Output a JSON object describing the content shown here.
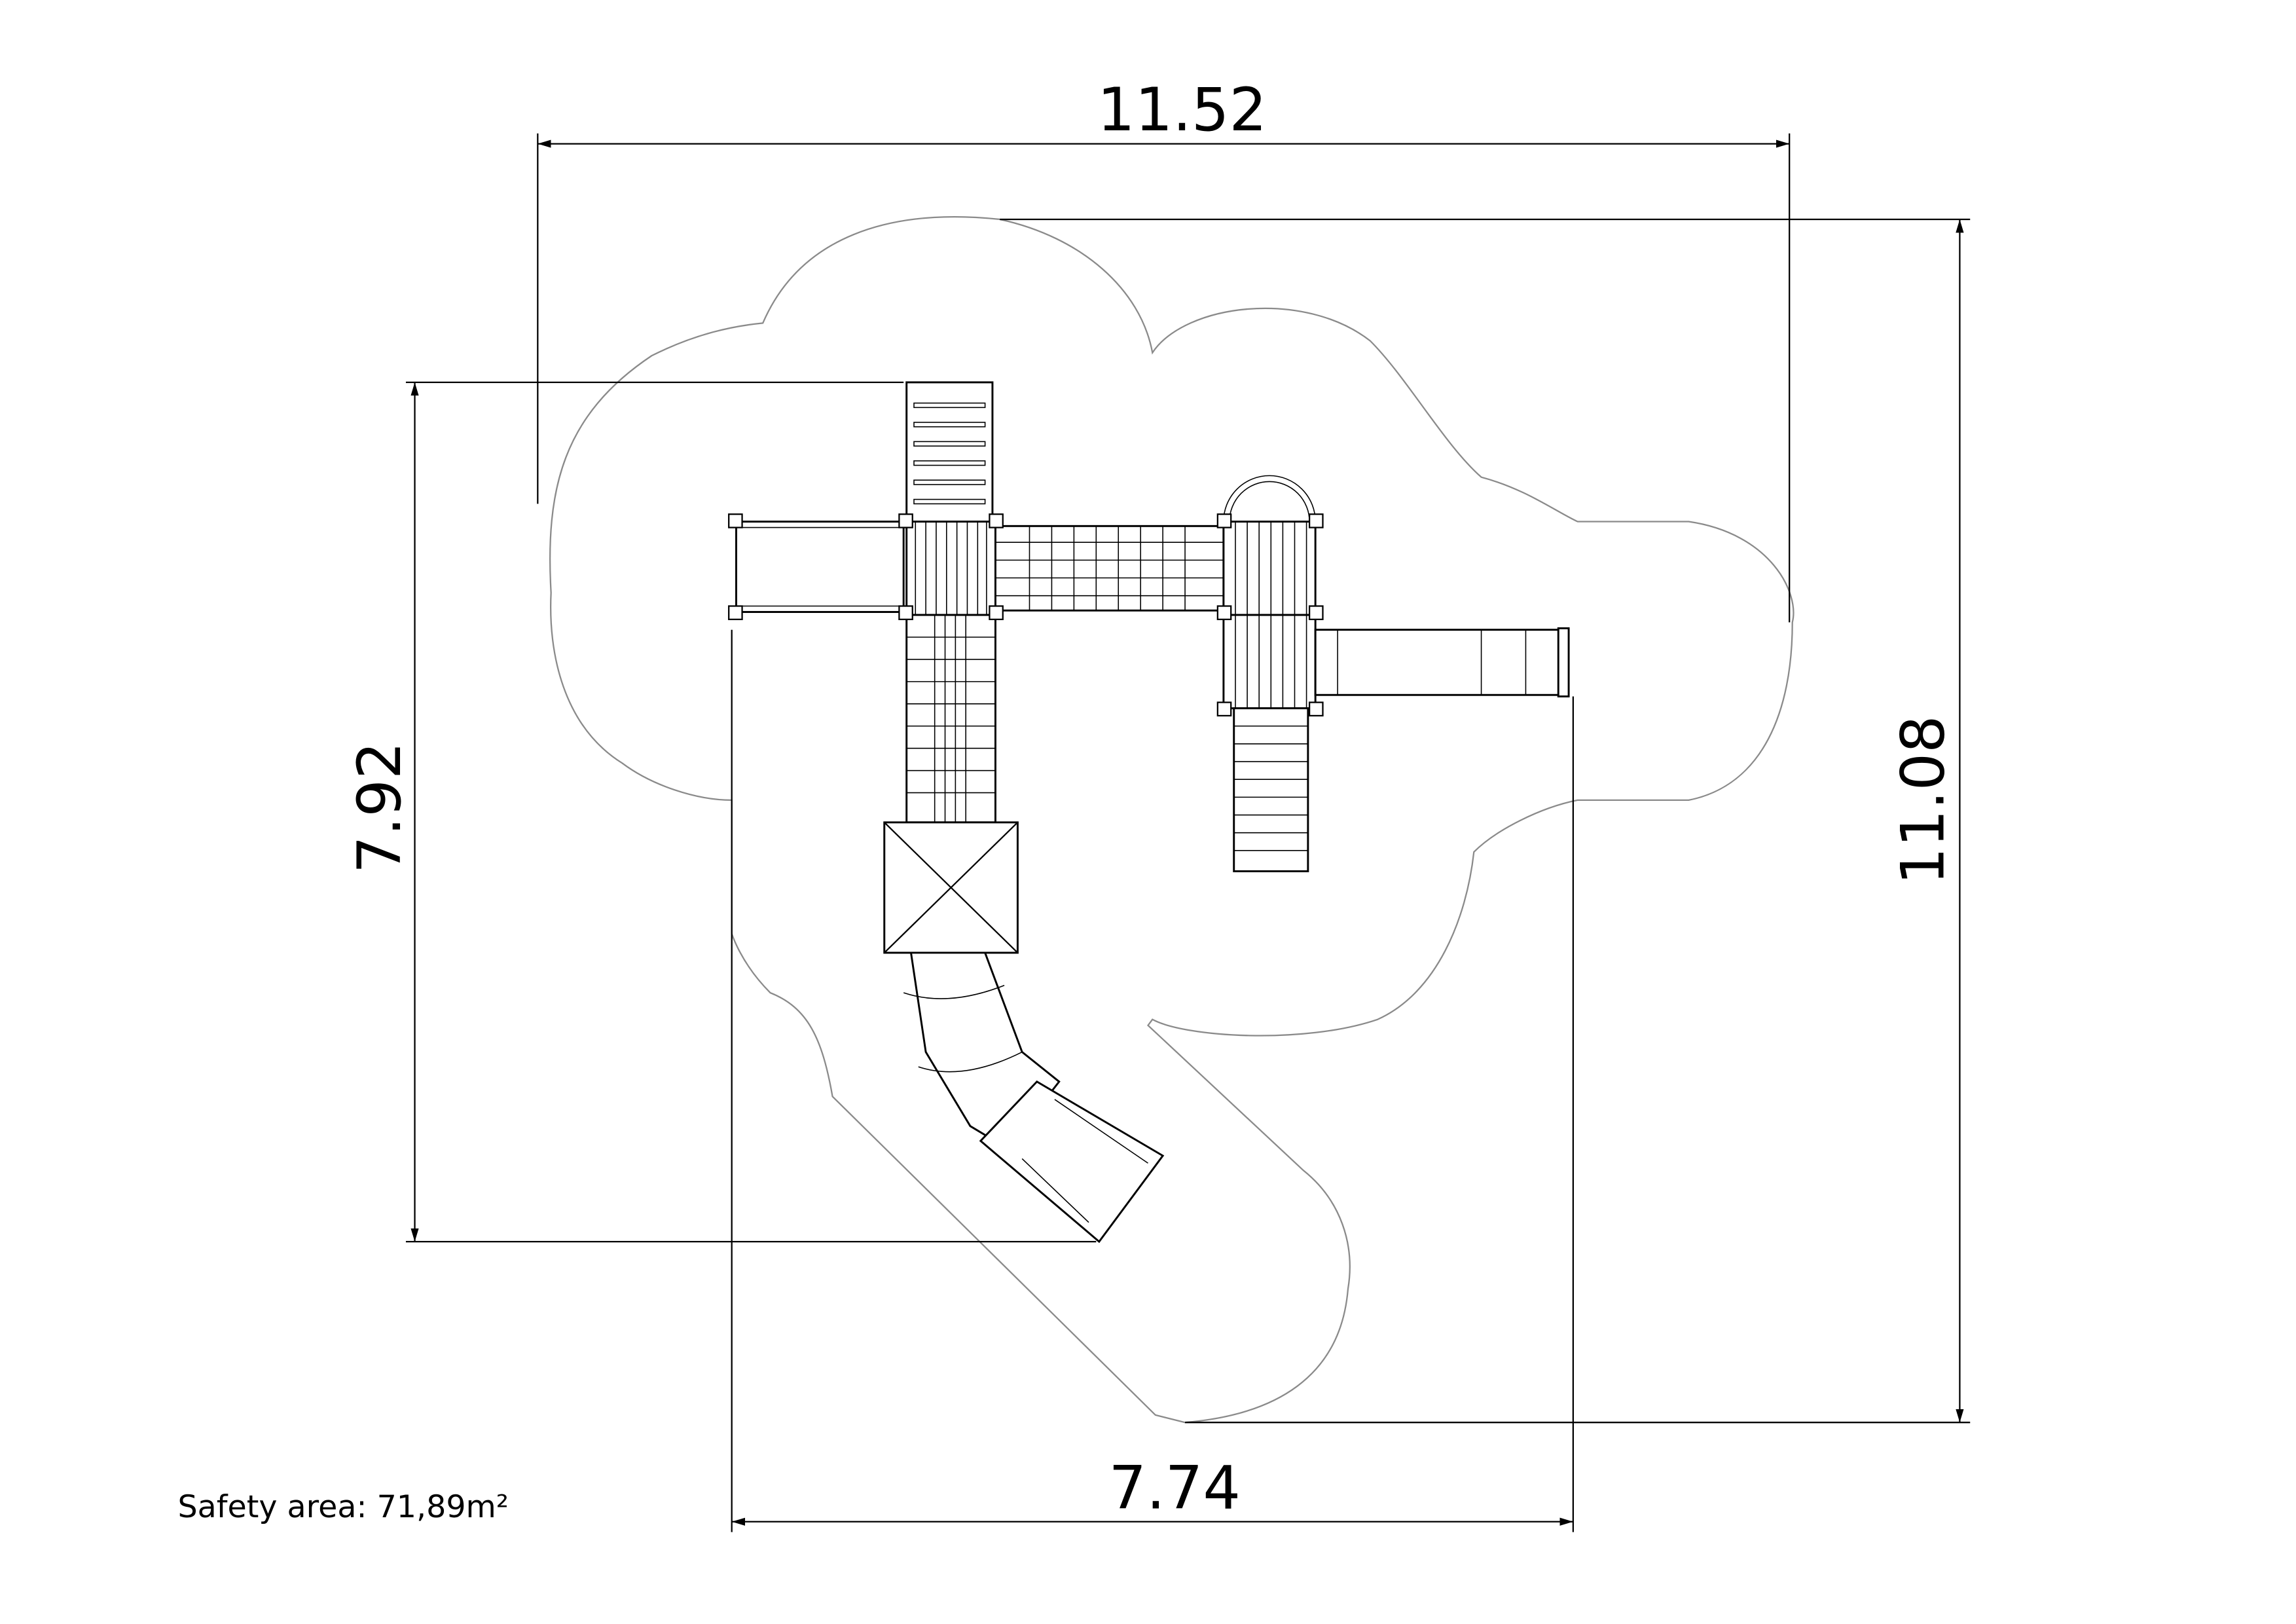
{
  "dimensions": {
    "overall_width": "11.52",
    "overall_depth": "11.08",
    "structure_depth": "7.92",
    "structure_width": "7.74"
  },
  "safety_area_label": "Safety area: 71,89m²",
  "colors": {
    "line": "#000000",
    "safety_outline": "#8a8a8a"
  }
}
